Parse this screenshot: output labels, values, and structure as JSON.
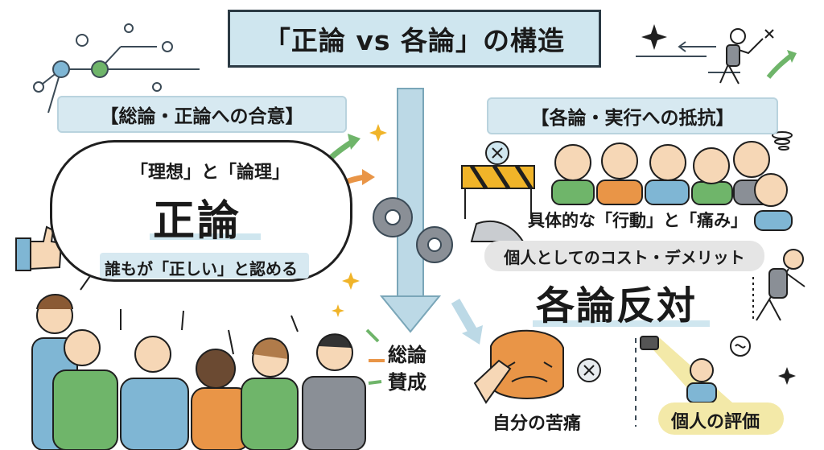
{
  "title": "「正論 vs 各論」の構造",
  "left": {
    "tag": "【総論・正論への合意】",
    "bubble_top": "「理想」と「論理」",
    "bubble_main": "正論",
    "bubble_bottom": "誰もが「正しい」と認める",
    "side_label_1": "総論",
    "side_label_2": "賛成"
  },
  "right": {
    "tag": "【各論・実行への抵抗】",
    "concrete": "具体的な「行動」と「痛み」",
    "cost": "個人としてのコスト・デメリット",
    "main": "各論反対",
    "pain_label": "自分の苦痛",
    "eval_label": "個人の評価"
  },
  "colors": {
    "accent_blue": "#cfe6ef",
    "arrow_blue": "#bcd9e6",
    "green": "#6fb56a",
    "orange": "#e99547",
    "yellow": "#f3e9a8"
  }
}
